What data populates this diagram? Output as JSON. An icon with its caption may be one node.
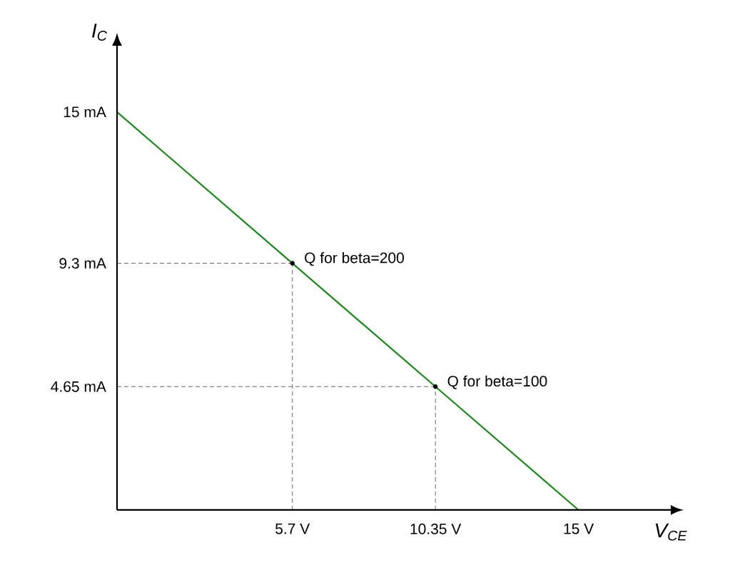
{
  "diagram": {
    "chart_data": {
      "type": "line",
      "xlabel": "V$_{CE}$",
      "ylabel": "I$_{C}$",
      "x": [
        0,
        5.7,
        10.35,
        15
      ],
      "series": [
        {
          "color": "#1a8a1a",
          "values": [
            15,
            9.3,
            4.65,
            0
          ]
        }
      ],
      "xlim": [
        0,
        18
      ],
      "ylim": [
        0,
        17.5
      ],
      "xticks": [
        {
          "value": 5.7,
          "label": "5.7 V"
        },
        {
          "value": 10.35,
          "label": "10.35 V"
        },
        {
          "value": 15,
          "label": "15 V"
        }
      ],
      "yticks": [
        {
          "value": 4.65,
          "label": "4.65 mA"
        },
        {
          "value": 9.3,
          "label": "9.3 mA"
        },
        {
          "value": 15,
          "label": "15 mA"
        }
      ],
      "annotations": [
        {
          "x": 5.7,
          "y": 9.3,
          "text": "Q for beta=200"
        },
        {
          "x": 10.35,
          "y": 4.65,
          "text": "Q for beta=100"
        }
      ]
    }
  }
}
